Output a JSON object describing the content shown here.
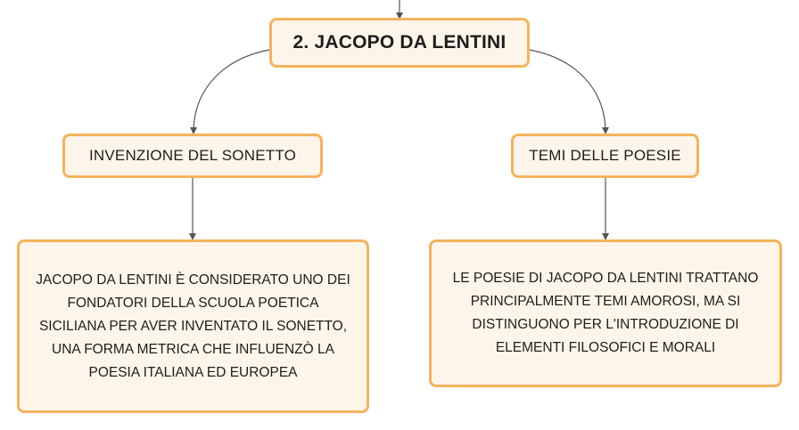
{
  "title": {
    "label": "2. JACOPO DA LENTINI"
  },
  "branches": [
    {
      "label": "INVENZIONE DEL SONETTO",
      "detail": "JACOPO DA LENTINI È CONSIDERATO UNO DEI FONDATORI DELLA SCUOLA POETICA SICILIANA PER AVER INVENTATO IL SONETTO, UNA FORMA METRICA CHE INFLUENZÒ LA POESIA ITALIANA ED EUROPEA"
    },
    {
      "label": "TEMI DELLE POESIE",
      "detail": "LE POESIE DI JACOPO DA LENTINI TRATTANO PRINCIPALMENTE TEMI AMOROSI, MA SI DISTINGUONO PER L'INTRODUZIONE DI ELEMENTI FILOSOFICI E MORALI"
    }
  ],
  "colors": {
    "node_border": "#f5b35c",
    "node_fill": "#fdf5ea",
    "connector": "#555555",
    "text": "#1e1e1e"
  }
}
